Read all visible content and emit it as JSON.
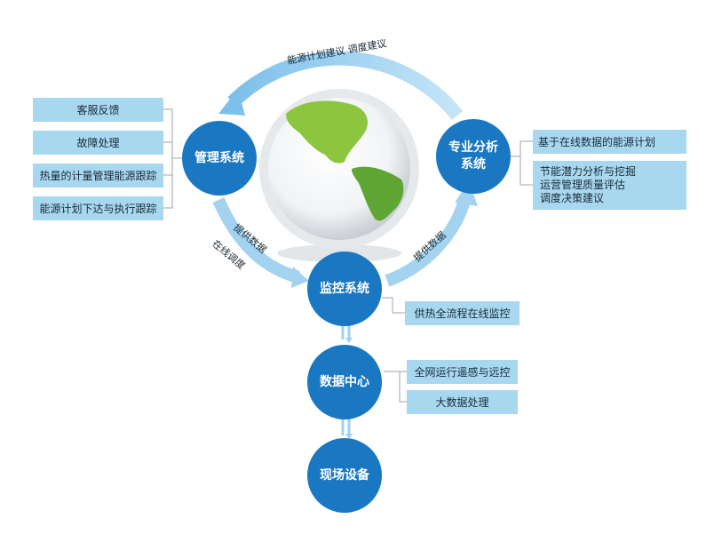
{
  "colors": {
    "node_blue": "#1a78c2",
    "box_blue": "#a8d8f0",
    "arrow_blue": "#9fd0ee",
    "globe_green": "#8cc63f"
  },
  "nodes": {
    "management": "管理系统",
    "analysis_line1": "专业分析",
    "analysis_line2": "系统",
    "monitoring": "监控系统",
    "data_center": "数据中心",
    "field_equipment": "现场设备"
  },
  "management_items": [
    "客服反馈",
    "故障处理",
    "热量的计量管理能源跟踪",
    "能源计划下达与执行跟踪"
  ],
  "analysis_items": {
    "item1": "基于在线数据的能源计划",
    "item2_lines": [
      "节能潜力分析与挖掘",
      "运营管理质量评估",
      "调度决策建议"
    ]
  },
  "monitoring_items": [
    "供热全流程在线监控"
  ],
  "data_center_items": [
    "全网运行遥感与远控",
    "大数据处理"
  ],
  "flow_labels": {
    "top": "能源计划建议 调度建议",
    "left_data": "提供数据",
    "left_dispatch": "在线调度",
    "right_data": "提供数据"
  }
}
